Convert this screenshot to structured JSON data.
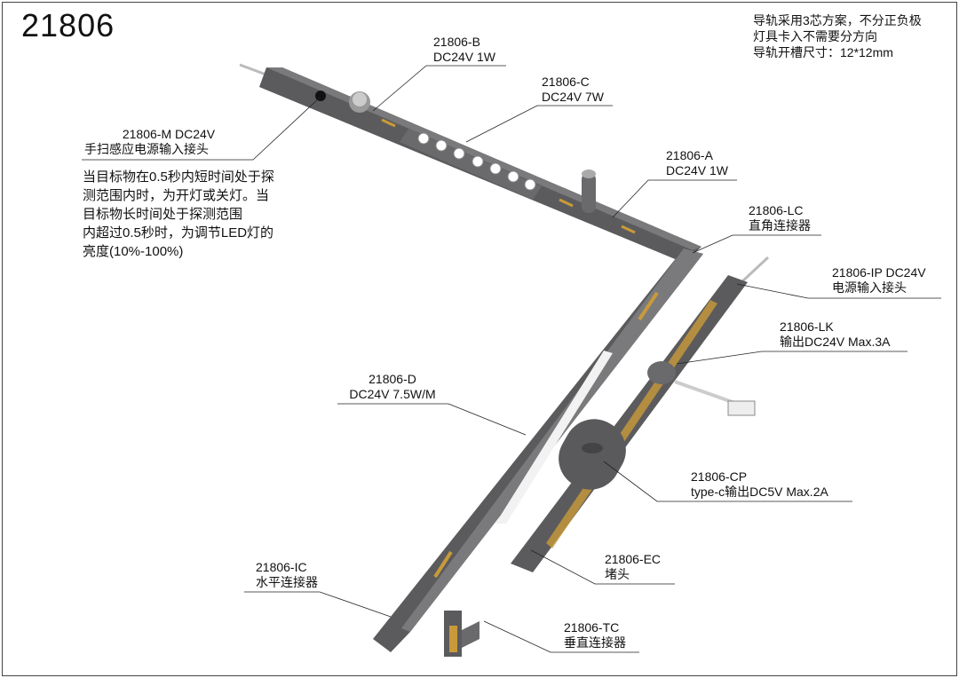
{
  "title": "21806",
  "notes": [
    "导轨采用3芯方案，不分正负极",
    "灯具卡入不需要分方向",
    "导轨开槽尺寸：12*12mm"
  ],
  "labels": {
    "b": [
      "21806-B",
      "DC24V 1W"
    ],
    "c": [
      "21806-C",
      "DC24V 7W"
    ],
    "m": [
      "21806-M  DC24V",
      "手扫感应电源输入接头"
    ],
    "a": [
      "21806-A",
      "DC24V 1W"
    ],
    "lc": [
      "21806-LC",
      "直角连接器"
    ],
    "ip": [
      "21806-IP  DC24V",
      "电源输入接头"
    ],
    "lk": [
      "21806-LK",
      "输出DC24V  Max.3A"
    ],
    "d": [
      "21806-D",
      "DC24V 7.5W/M"
    ],
    "cp": [
      "21806-CP",
      "type-c输出DC5V  Max.2A"
    ],
    "ec": [
      "21806-EC",
      "堵头"
    ],
    "ic": [
      "21806-IC",
      "水平连接器"
    ],
    "tc": [
      "21806-TC",
      "垂直连接器"
    ]
  },
  "sensor_description": [
    "当目标物在0.5秒内短时间处于探",
    "测范围内时，为开灯或关灯。当",
    "目标物长时间处于探测范围",
    "内超过0.5秒时，为调节LED灯的",
    "亮度(10%-100%)"
  ],
  "colors": {
    "track": "#5b5b5d",
    "track_top": "#78787a",
    "strip": "#c99a3a",
    "diffuser": "#f2f2f2"
  }
}
